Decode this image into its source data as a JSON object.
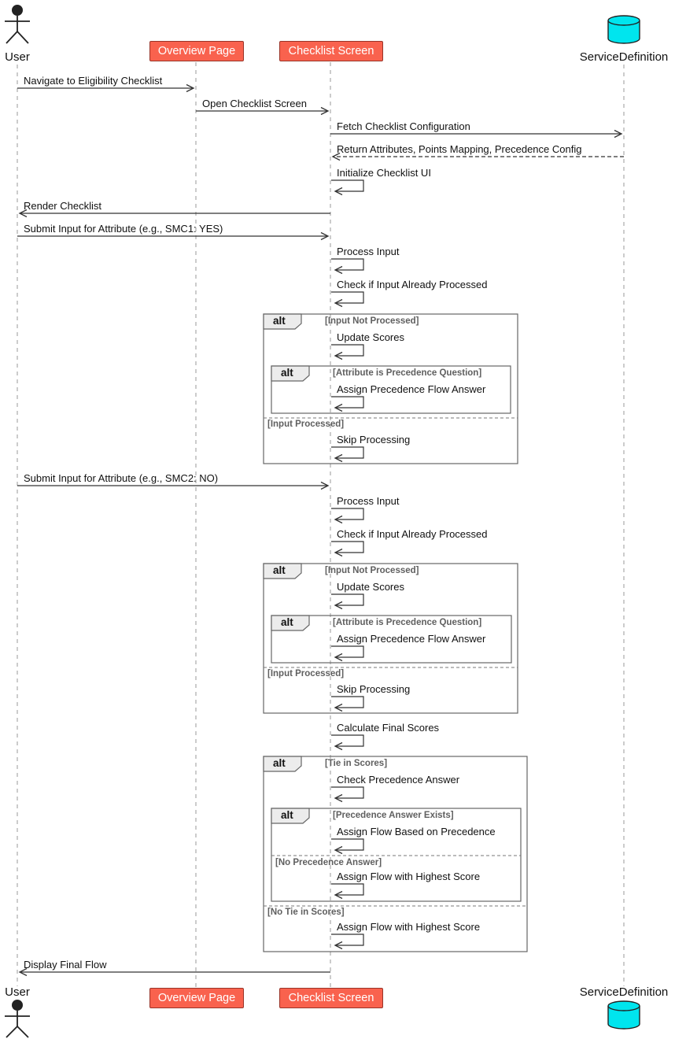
{
  "diagram_type": "uml-sequence",
  "participants": {
    "user": {
      "label": "User",
      "type": "actor"
    },
    "overview": {
      "label": "Overview Page",
      "type": "box"
    },
    "checklist": {
      "label": "Checklist Screen",
      "type": "box"
    },
    "service": {
      "label": "ServiceDefinition",
      "type": "database"
    }
  },
  "colors": {
    "participant_fill": "#F9624E",
    "participant_border": "#993428",
    "participant_text": "#FFFFFF",
    "database_fill": "#00E5EE",
    "arrow": "#333333",
    "lifeline": "#9A9A9A",
    "fragment_border": "#666666",
    "pentagon_fill": "#ECECEC",
    "guard_text": "#5F5F5F"
  },
  "messages": [
    {
      "label": "Navigate to Eligibility Checklist",
      "from": "user",
      "to": "overview",
      "kind": "solid"
    },
    {
      "label": "Open Checklist Screen",
      "from": "overview",
      "to": "checklist",
      "kind": "solid"
    },
    {
      "label": "Fetch Checklist Configuration",
      "from": "checklist",
      "to": "service",
      "kind": "solid"
    },
    {
      "label": "Return Attributes, Points Mapping, Precedence Config",
      "from": "service",
      "to": "checklist",
      "kind": "dashed"
    },
    {
      "label": "Initialize Checklist UI",
      "from": "checklist",
      "to": "checklist",
      "kind": "self"
    },
    {
      "label": "Render Checklist",
      "from": "checklist",
      "to": "user",
      "kind": "solid"
    },
    {
      "label": "Submit Input for Attribute (e.g., SMC1: YES)",
      "from": "user",
      "to": "checklist",
      "kind": "solid"
    },
    {
      "label": "Process Input",
      "from": "checklist",
      "to": "checklist",
      "kind": "self"
    },
    {
      "label": "Check if Input Already Processed",
      "from": "checklist",
      "to": "checklist",
      "kind": "self"
    },
    {
      "label": "Update Scores",
      "from": "checklist",
      "to": "checklist",
      "kind": "self"
    },
    {
      "label": "Assign Precedence Flow Answer",
      "from": "checklist",
      "to": "checklist",
      "kind": "self"
    },
    {
      "label": "Skip Processing",
      "from": "checklist",
      "to": "checklist",
      "kind": "self"
    },
    {
      "label": "Submit Input for Attribute (e.g., SMC2: NO)",
      "from": "user",
      "to": "checklist",
      "kind": "solid"
    },
    {
      "label": "Process Input",
      "from": "checklist",
      "to": "checklist",
      "kind": "self"
    },
    {
      "label": "Check if Input Already Processed",
      "from": "checklist",
      "to": "checklist",
      "kind": "self"
    },
    {
      "label": "Update Scores",
      "from": "checklist",
      "to": "checklist",
      "kind": "self"
    },
    {
      "label": "Assign Precedence Flow Answer",
      "from": "checklist",
      "to": "checklist",
      "kind": "self"
    },
    {
      "label": "Skip Processing",
      "from": "checklist",
      "to": "checklist",
      "kind": "self"
    },
    {
      "label": "Calculate Final Scores",
      "from": "checklist",
      "to": "checklist",
      "kind": "self"
    },
    {
      "label": "Check Precedence Answer",
      "from": "checklist",
      "to": "checklist",
      "kind": "self"
    },
    {
      "label": "Assign Flow Based on Precedence",
      "from": "checklist",
      "to": "checklist",
      "kind": "self"
    },
    {
      "label": "Assign Flow with Highest Score",
      "from": "checklist",
      "to": "checklist",
      "kind": "self"
    },
    {
      "label": "Assign Flow with Highest Score",
      "from": "checklist",
      "to": "checklist",
      "kind": "self"
    },
    {
      "label": "Display Final Flow",
      "from": "checklist",
      "to": "user",
      "kind": "solid"
    }
  ],
  "fragments": [
    {
      "operator": "alt",
      "guard1": "[Input Not Processed]",
      "guard2": "[Input Processed]"
    },
    {
      "operator": "alt",
      "guard1": "[Attribute is Precedence Question]"
    },
    {
      "operator": "alt",
      "guard1": "[Input Not Processed]",
      "guard2": "[Input Processed]"
    },
    {
      "operator": "alt",
      "guard1": "[Attribute is Precedence Question]"
    },
    {
      "operator": "alt",
      "guard1": "[Tie in Scores]",
      "guard2": "[No Tie in Scores]"
    },
    {
      "operator": "alt",
      "guard1": "[Precedence Answer Exists]",
      "guard2": "[No Precedence Answer]"
    }
  ]
}
